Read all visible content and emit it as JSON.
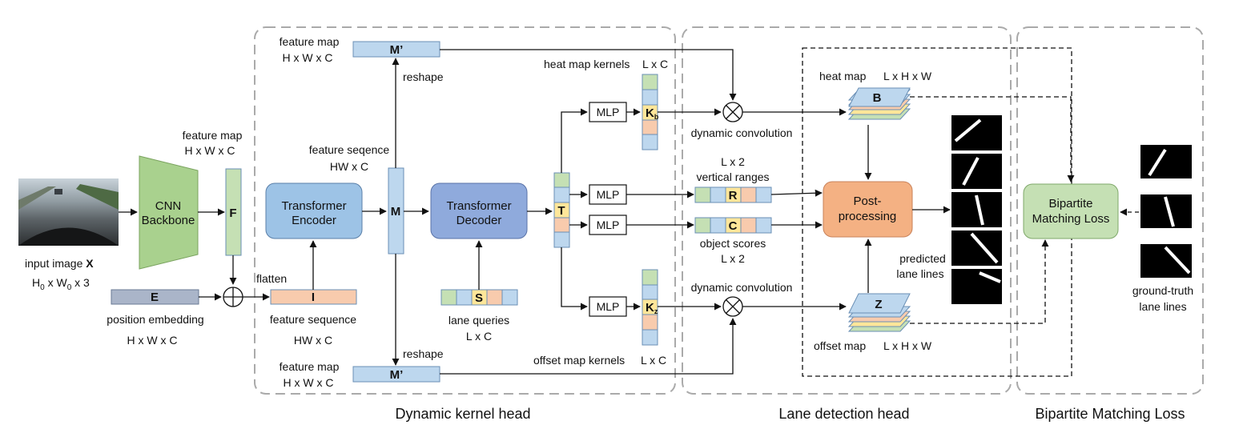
{
  "colors": {
    "blue_block": "#9dbfe3",
    "green_block": "#b9dcae",
    "peach_block": "#f7c7a7",
    "yellow_cell": "#ffe69a",
    "gray_block": "#aab5c9",
    "post_fill": "#f4a87e",
    "matching_fill": "#c7e3b8",
    "dashed_border": "#aaaaaa"
  },
  "input": {
    "label_text": "input image",
    "symbol": "X",
    "dims_text": "H",
    "dims_sub1": "0",
    "dims_mid": " x W",
    "dims_sub2": "0",
    "dims_end": " x 3"
  },
  "backbone": {
    "line1": "CNN",
    "line2": "Backbone"
  },
  "feature_map_F": {
    "line1": "feature map",
    "line2": "H x W x C",
    "symbol": "F"
  },
  "position_embedding": {
    "symbol": "E",
    "line1": "position embedding",
    "line2": "H x W x C"
  },
  "flatten_label": "flatten",
  "feature_sequence_I": {
    "symbol": "I",
    "line1": "feature sequence",
    "line2": "HW x C"
  },
  "encoder": {
    "line1": "Transformer",
    "line2": "Encoder"
  },
  "feature_seq_M": {
    "line1": "feature seqence",
    "line2": "HW x C",
    "symbol": "M"
  },
  "reshape_label": "reshape",
  "feature_map_top": {
    "line1": "feature map",
    "line2": "H x W x C",
    "symbol": "M’"
  },
  "feature_map_bottom": {
    "line1": "feature map",
    "line2": "H x W x C",
    "symbol": "M’"
  },
  "decoder": {
    "line1": "Transformer",
    "line2": "Decoder"
  },
  "lane_queries": {
    "symbol": "S",
    "line1": "lane queries",
    "line2": "L x C"
  },
  "T_symbol": "T",
  "mlp_label": "MLP",
  "heat_kernels": {
    "label": "heat map kernels",
    "dims": "L x C",
    "symbol": "K",
    "sub": "b"
  },
  "offset_kernels": {
    "label": "offset map kernels",
    "dims": "L x C",
    "symbol": "K",
    "sub": "z"
  },
  "dynamic_conv_label": "dynamic convolution",
  "vertical_ranges": {
    "dims": "L x 2",
    "label": "vertical ranges",
    "symbol": "R"
  },
  "object_scores": {
    "label": "object scores",
    "dims": "L x 2",
    "symbol": "C"
  },
  "heat_map": {
    "label": "heat map",
    "dims": "L x H x W",
    "symbol": "B"
  },
  "offset_map": {
    "label": "offset map",
    "dims": "L x H x W",
    "symbol": "Z"
  },
  "post_processing": {
    "line1": "Post-",
    "line2": "processing"
  },
  "predicted": {
    "line1": "predicted",
    "line2": "lane lines"
  },
  "matching": {
    "line1": "Bipartite",
    "line2": "Matching Loss"
  },
  "ground_truth": {
    "line1": "ground-truth",
    "line2": "lane lines"
  },
  "sections": {
    "dynamic_kernel_head": "Dynamic kernel head",
    "lane_detection_head": "Lane detection head",
    "bipartite_matching_loss": "Bipartite Matching Loss"
  }
}
